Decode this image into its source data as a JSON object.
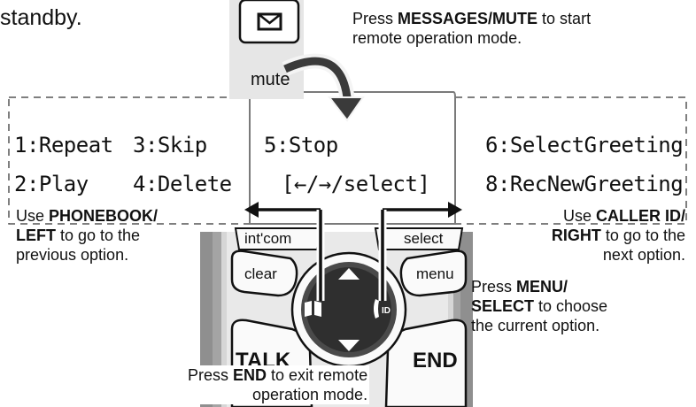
{
  "intro_text": "standby.",
  "mute_key": {
    "icon": "envelope-icon",
    "label": "mute"
  },
  "annotations": {
    "messages": {
      "line1_prefix": "Press ",
      "line1_bold": "MESSAGES/MUTE",
      "line1_suffix": " to start",
      "line2": "remote operation mode."
    },
    "left": {
      "line1_prefix": "Use ",
      "line1_bold": "PHONEBOOK/",
      "line2_bold": "LEFT",
      "line2_suffix": " to go to the",
      "line3": "previous option."
    },
    "right": {
      "line1_prefix": "Use ",
      "line1_bold": "CALLER ID/",
      "line2_bold": "RIGHT",
      "line2_suffix": " to go to the",
      "line3": "next option."
    },
    "menu": {
      "line1_prefix": "Press ",
      "line1_bold": "MENU/",
      "line2_bold": "SELECT",
      "line2_suffix": " to choose",
      "line3": "the current option."
    },
    "end": {
      "line1_prefix": "Press ",
      "line1_bold": "END",
      "line1_suffix": " to exit remote",
      "line2": "operation mode."
    }
  },
  "menu_options": {
    "opt1": "1:Repeat",
    "opt2": "2:Play",
    "opt3": "3:Skip",
    "opt4": "4:Delete",
    "opt6": "6:SelectGreeting",
    "opt8": "8:RecNewGreeting"
  },
  "screen": {
    "line1": "5:Stop",
    "line2": "[←/→/select]"
  },
  "handset_keys": {
    "intercom": "int'com",
    "select": "select",
    "clear": "clear",
    "menu": "menu",
    "talk": "TALK",
    "end": "END",
    "phonebook_icon": "phonebook-icon",
    "callerid_icon": "caller-id-icon",
    "up_icon": "up-arrow-icon",
    "down_icon": "down-arrow-icon"
  },
  "colors": {
    "line": "#111111",
    "screen_border": "#7a7a7a",
    "handset_body": "#8f8f8f",
    "handset_dark": "#2b2b2b",
    "key_face": "#f2f2f2",
    "dashed": "#555555"
  }
}
